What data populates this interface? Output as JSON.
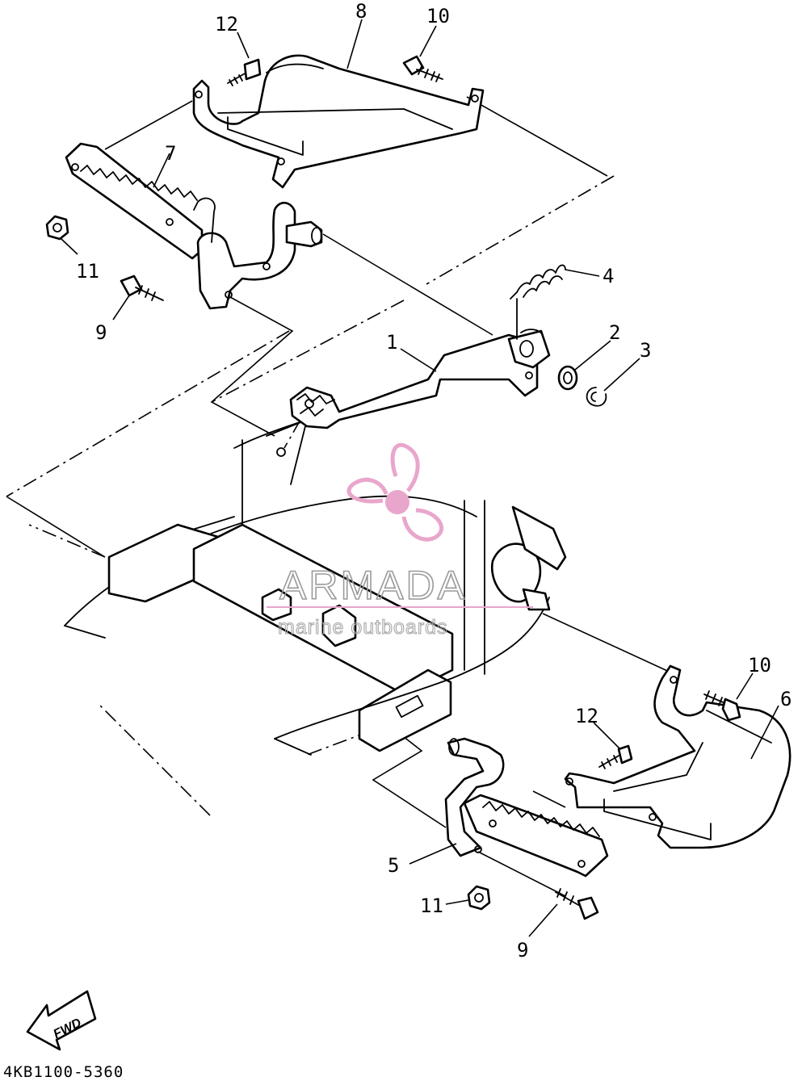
{
  "callouts": {
    "c1": "1",
    "c2": "2",
    "c3": "3",
    "c4": "4",
    "c5": "5",
    "c6": "6",
    "c7": "7",
    "c8": "8",
    "c9a": "9",
    "c9b": "9",
    "c10a": "10",
    "c10b": "10",
    "c11a": "11",
    "c11b": "11",
    "c12a": "12",
    "c12b": "12"
  },
  "watermark": {
    "brand": "ARMADA",
    "tagline": "marine outboards",
    "accent_color": "#e9a6cc",
    "icon": "propeller-logo-icon"
  },
  "direction": {
    "label": "FWD",
    "icon": "fwd-arrow-icon"
  },
  "figure_code": "4KB1100-5360",
  "colors": {
    "line": "#000000",
    "background": "#ffffff"
  }
}
